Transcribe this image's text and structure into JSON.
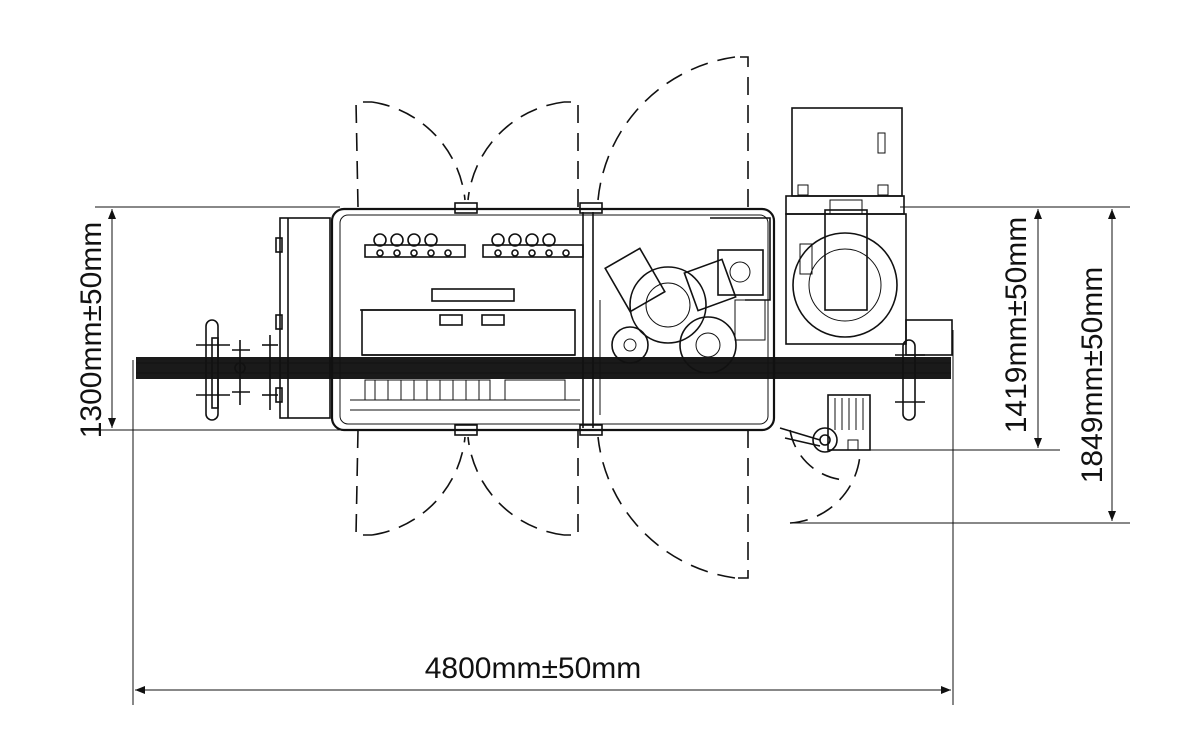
{
  "dimensions": {
    "overall_length": "4800mm±50mm",
    "frame_width": "1300mm±50mm",
    "body_width": "1419mm±50mm",
    "overall_width": "1849mm±50mm"
  },
  "colors": {
    "line": "#111111",
    "background": "#ffffff"
  }
}
